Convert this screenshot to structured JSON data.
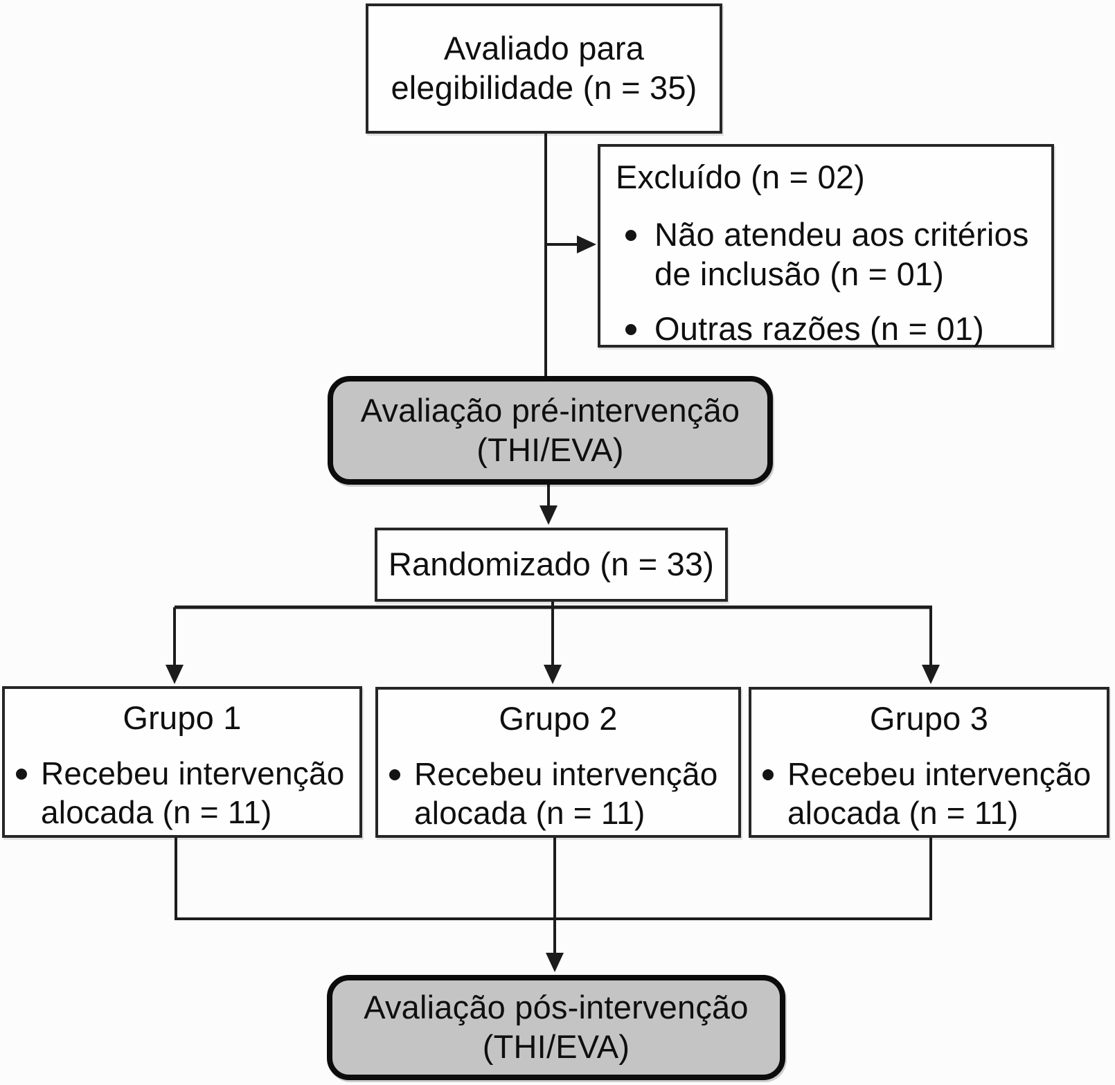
{
  "colors": {
    "background": "#fcfcfc",
    "box_fill": "#fefefe",
    "assessment_fill": "#c4c4c4",
    "border": "#262626",
    "line": "#1c1c1c",
    "text": "#0f0f0f"
  },
  "flow": {
    "eligibility": {
      "text": "Avaliado para elegibilidade (n = 35)"
    },
    "excluded": {
      "title": "Excluído (n = 02)",
      "items": [
        "Não atendeu aos critérios de inclusão (n = 01)",
        "Outras razões (n = 01)"
      ]
    },
    "pre_assessment": {
      "text": "Avaliação pré-intervenção (THI/EVA)"
    },
    "randomized": {
      "text": "Randomizado (n = 33)"
    },
    "groups": [
      {
        "title": "Grupo 1",
        "item": "Recebeu intervenção alocada (n = 11)"
      },
      {
        "title": "Grupo 2",
        "item": "Recebeu intervenção alocada (n = 11)"
      },
      {
        "title": "Grupo 3",
        "item": "Recebeu intervenção alocada (n = 11)"
      }
    ],
    "post_assessment": {
      "text": "Avaliação pós-intervenção (THI/EVA)"
    }
  }
}
